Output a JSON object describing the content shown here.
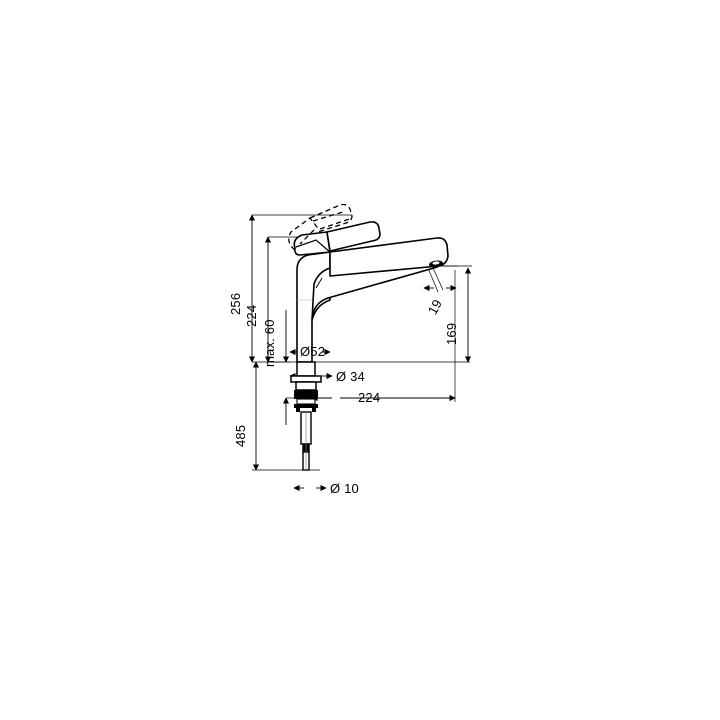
{
  "drawing": {
    "title": "Kitchen mixer tap technical dimension drawing",
    "background_color": "#ffffff",
    "line_color": "#000000",
    "units": "mm"
  },
  "dimensions": {
    "total_height": "256",
    "spout_height": "224",
    "max_counter_thickness": "max. 60",
    "base_diameter": "Ø52",
    "shank_diameter": "Ø 34",
    "reach": "224",
    "aerator_height": "169",
    "aerator_offset": "19",
    "supply_height": "485",
    "supply_diameter": "Ø 10"
  },
  "features": {
    "lever_open_position": "dashed-lever-outline",
    "lever_closed_position": "solid-lever",
    "spout": "swivel-spout",
    "mounting": "single-hole-mount",
    "valve_body": "cartridge-housing",
    "shank": "threaded-shank"
  }
}
